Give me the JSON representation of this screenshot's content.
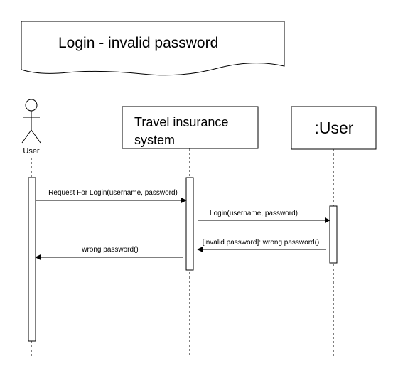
{
  "title": "Login - invalid password",
  "participants": {
    "actor": {
      "label": "User",
      "icon": "stick-figure-actor-icon"
    },
    "system": {
      "label_line1": "Travel insurance",
      "label_line2": "system"
    },
    "user_object": {
      "label": ":User"
    }
  },
  "messages": [
    {
      "label": "Request For Login(username, password)",
      "from": "User",
      "to": "Travel insurance system",
      "type": "sync"
    },
    {
      "label": "Login(username, password)",
      "from": "Travel insurance system",
      "to": ":User",
      "type": "sync"
    },
    {
      "label": "[invalid password]:  wrong password()",
      "from": ":User",
      "to": "Travel insurance system",
      "type": "return"
    },
    {
      "label": "wrong password()",
      "from": "Travel insurance system",
      "to": "User",
      "type": "return"
    }
  ],
  "colors": {
    "stroke": "#000000",
    "fill": "#ffffff",
    "text": "#000000"
  }
}
